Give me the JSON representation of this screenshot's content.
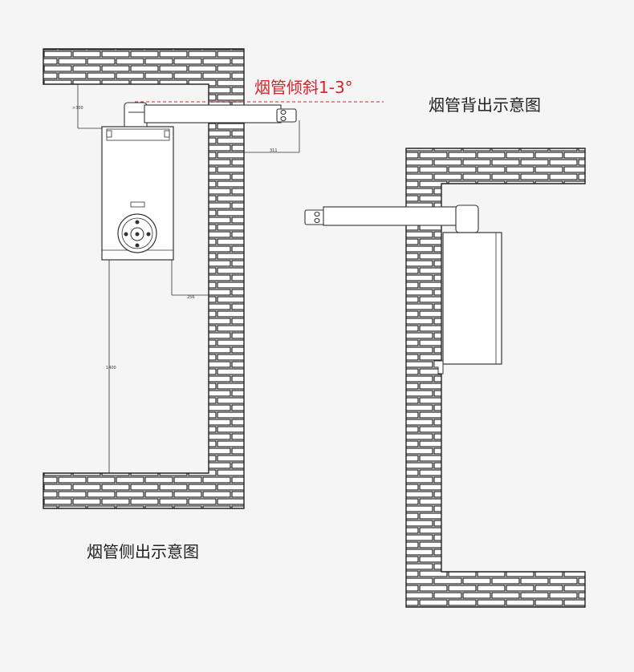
{
  "labels": {
    "slope": "烟管倾斜1-3°",
    "back_exit": "烟管背出示意图",
    "side_exit": "烟管侧出示意图"
  },
  "dimensions": {
    "top_clearance": ">300",
    "pipe_length": "311",
    "wall_gap": "256",
    "floor_height": "1400"
  },
  "colors": {
    "background": "#f5f5f5",
    "line": "#333333",
    "accent": "#d9232e"
  }
}
